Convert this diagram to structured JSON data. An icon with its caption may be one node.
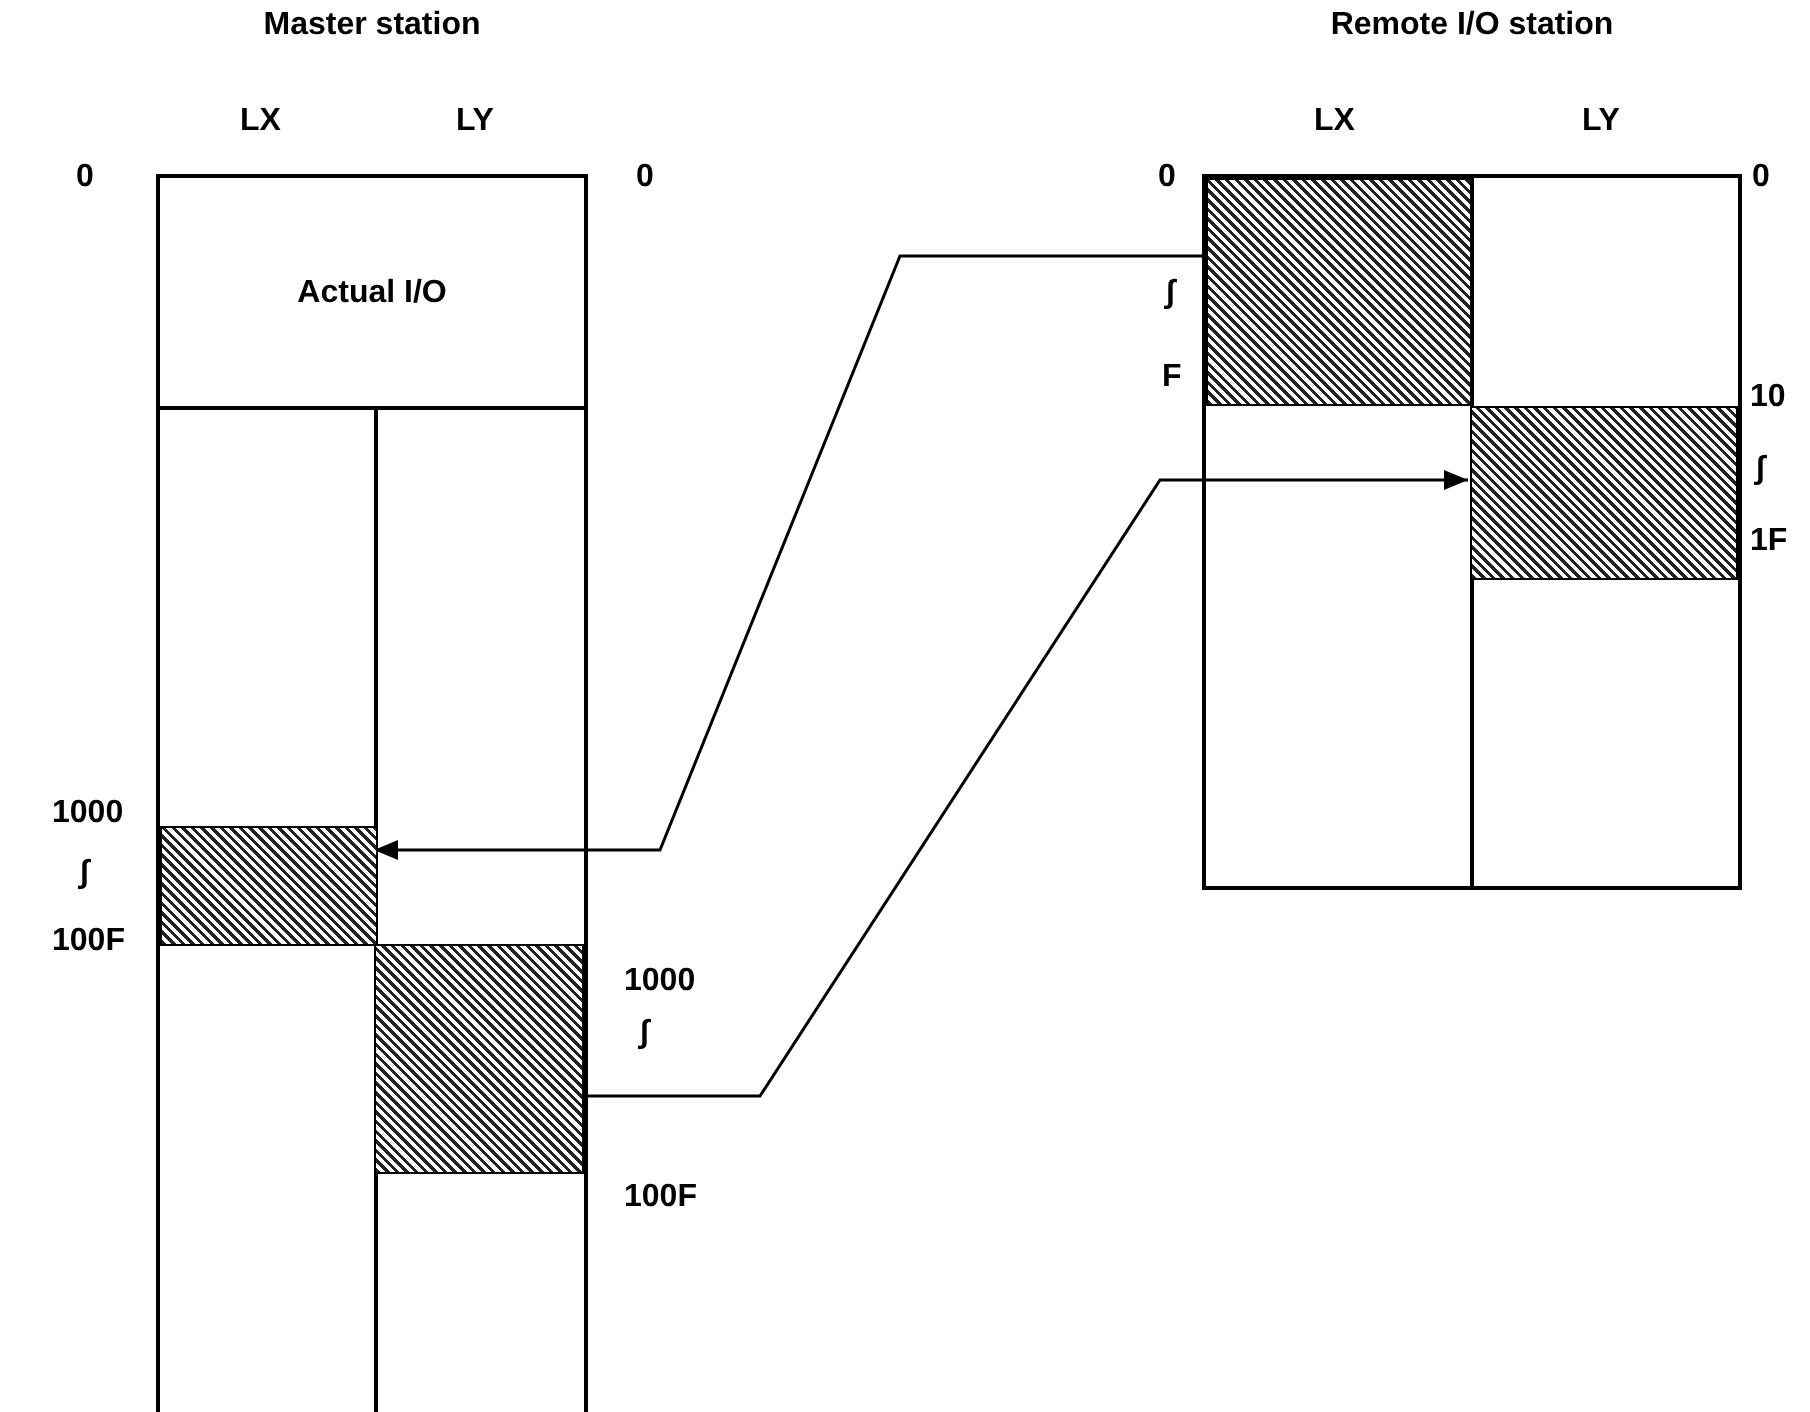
{
  "diagram": {
    "nodes": [
      {
        "text": [
          "Master station"
        ]
      },
      {
        "text": [
          "Actual I/O"
        ],
        "in": 0
      },
      {
        "text": [],
        "shape": "box",
        "in": 0
      },
      {
        "text": [],
        "shape": "box",
        "in": 0
      },
      {
        "text": [
          "Remote I/O station"
        ]
      },
      {
        "text": [],
        "shape": "box",
        "in": 4
      },
      {
        "text": [],
        "shape": "box",
        "in": 4
      }
    ],
    "edges": [
      {
        "from": 5,
        "to": 2,
        "arrow": "to"
      },
      {
        "from": 3,
        "to": 6,
        "arrow": "to"
      }
    ],
    "labels": [
      "LX",
      "LY",
      "LX",
      "LY",
      "0",
      "0",
      "0",
      "0",
      "∫",
      "F",
      "10",
      "∫",
      "1F",
      "1000",
      "∫",
      "100F",
      "1000",
      "∫",
      "100F"
    ]
  }
}
